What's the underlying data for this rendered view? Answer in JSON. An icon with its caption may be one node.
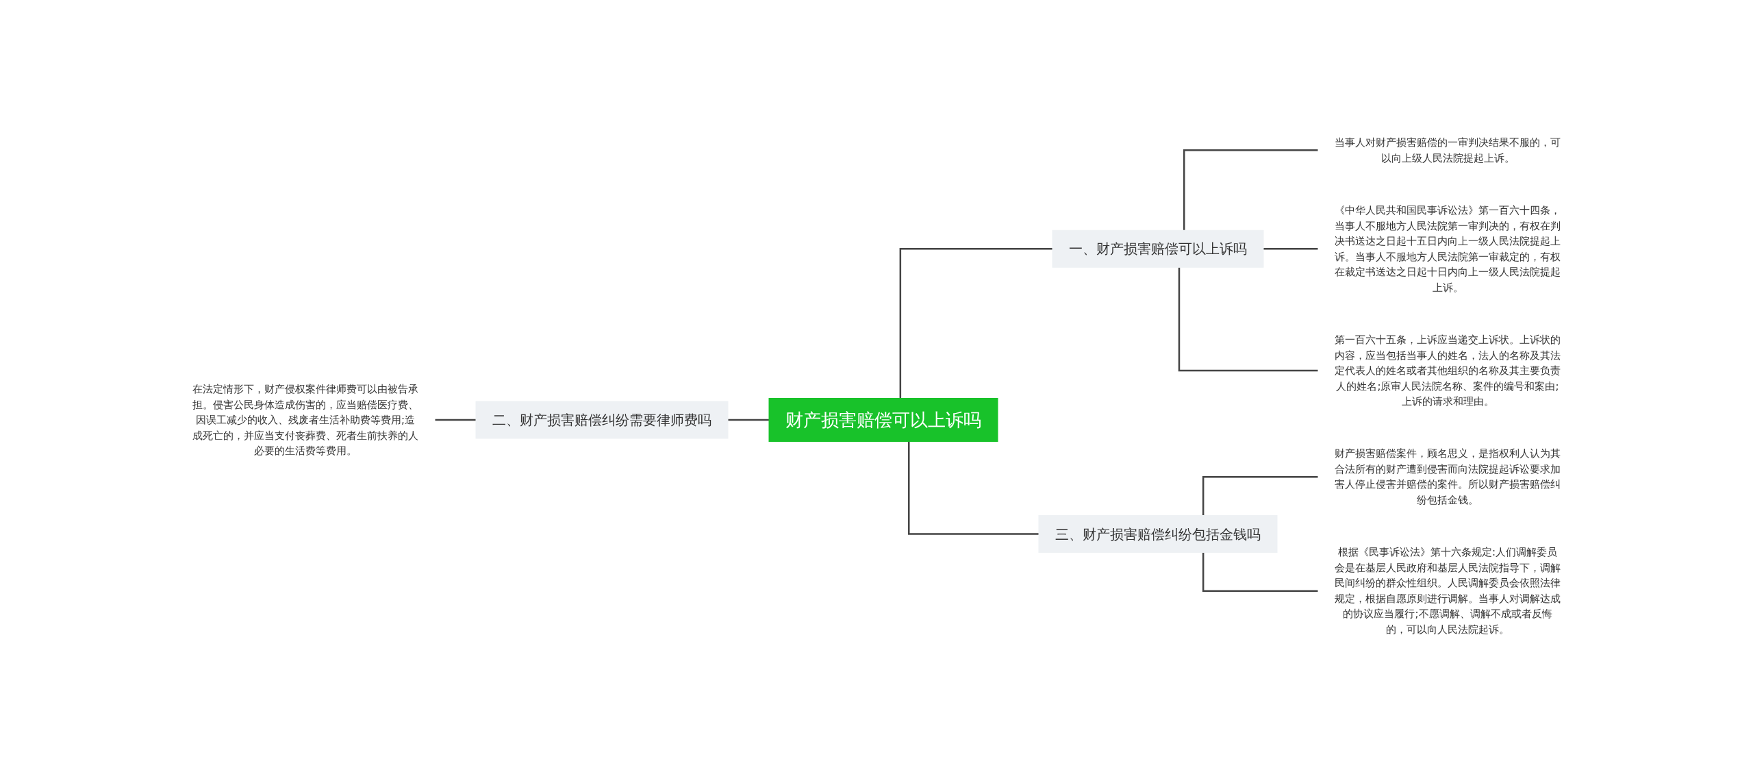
{
  "diagram": {
    "nodes": [
      {
        "text": [
          "财产损害赔偿可以上诉吗"
        ]
      },
      {
        "text": [
          "一、财产损害赔偿可以上诉吗"
        ]
      },
      {
        "text": [
          "当事人对财产损害赔偿的一审判决结果不服的，可以向上级人民法院提起上诉。"
        ]
      },
      {
        "text": [
          "《中华人民共和国民事诉讼法》第一百六十四条，当事人不服地方人民法院第一审判决的，有权在判决书送达之日起十五日内向上一级人民法院提起上诉。当事人不服地方人民法院第一审裁定的，有权在裁定书送达之日起十日内向上一级人民法院提起上诉。"
        ]
      },
      {
        "text": [
          "第一百六十五条，上诉应当递交上诉状。上诉状的内容，应当包括当事人的姓名，法人的名称及其法定代表人的姓名或者其他组织的名称及其主要负责人的姓名;原审人民法院名称、案件的编号和案由;上诉的请求和理由。"
        ]
      },
      {
        "text": [
          "三、财产损害赔偿纠纷包括金钱吗"
        ]
      },
      {
        "text": [
          "财产损害赔偿案件，顾名思义，是指权利人认为其合法所有的财产遭到侵害而向法院提起诉讼要求加害人停止侵害并赔偿的案件。所以财产损害赔偿纠纷包括金钱。"
        ]
      },
      {
        "text": [
          "根据《民事诉讼法》第十六条规定:人们调解委员会是在基层人民政府和基层人民法院指导下，调解民间纠纷的群众性组织。人民调解委员会依照法律规定，根据自愿原则进行调解。当事人对调解达成的协议应当履行;不愿调解、调解不成或者反悔的，可以向人民法院起诉。"
        ]
      },
      {
        "text": [
          "二、财产损害赔偿纠纷需要律师费吗"
        ]
      },
      {
        "text": [
          "在法定情形下，财产侵权案件律师费可以由被告承担。侵害公民身体造成伤害的，应当赔偿医疗费、因误工减少的收入、残废者生活补助费等费用;造成死亡的，并应当支付丧葬费、死者生前扶养的人必要的生活费等费用。"
        ]
      }
    ],
    "edges": [
      {
        "from": 0,
        "to": 1,
        "arrow": "none"
      },
      {
        "from": 1,
        "to": 2,
        "arrow": "none"
      },
      {
        "from": 1,
        "to": 3,
        "arrow": "none"
      },
      {
        "from": 1,
        "to": 4,
        "arrow": "none"
      },
      {
        "from": 0,
        "to": 5,
        "arrow": "none"
      },
      {
        "from": 5,
        "to": 6,
        "arrow": "none"
      },
      {
        "from": 5,
        "to": 7,
        "arrow": "none"
      },
      {
        "from": 0,
        "to": 8,
        "arrow": "none"
      },
      {
        "from": 8,
        "to": 9,
        "arrow": "none"
      }
    ]
  }
}
